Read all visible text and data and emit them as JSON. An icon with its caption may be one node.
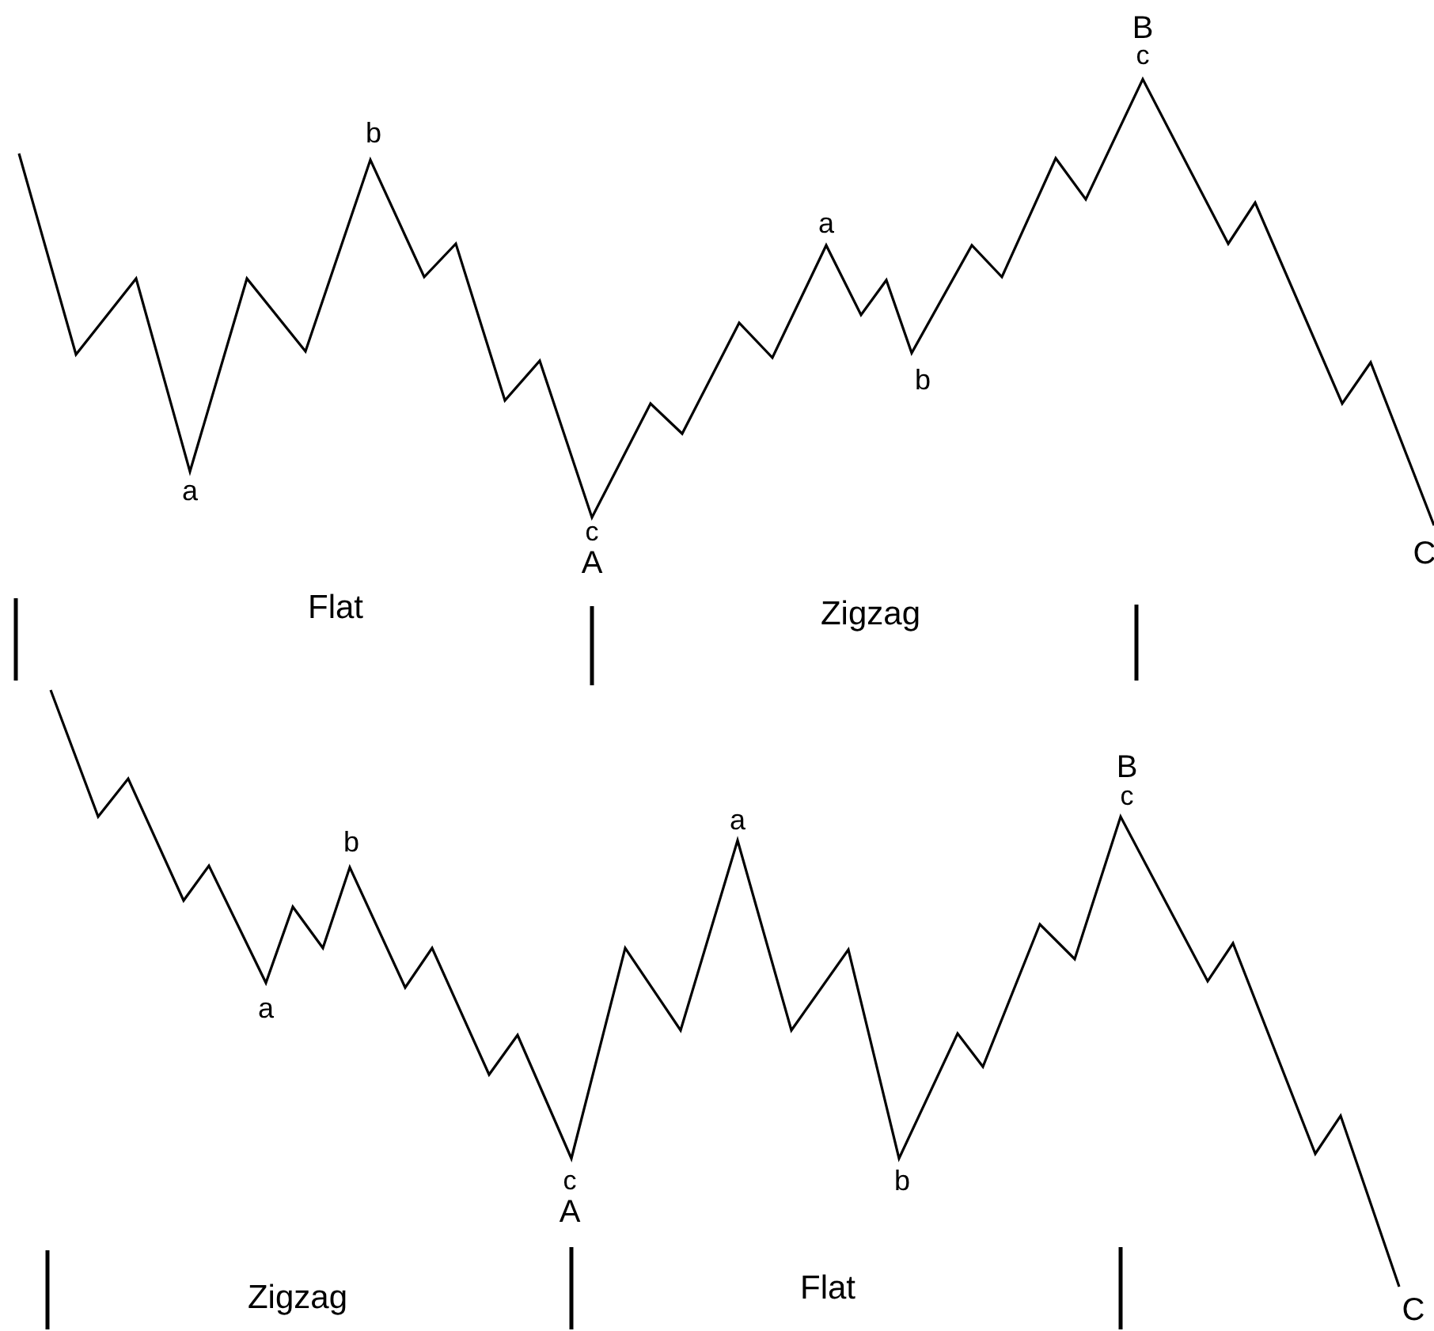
{
  "diagram": {
    "labels": [
      "B",
      "c",
      "b",
      "a",
      "b",
      "a",
      "c",
      "A",
      "C",
      "Flat",
      "Zigzag",
      "B",
      "c",
      "a",
      "b",
      "a",
      "c",
      "b",
      "A",
      "Zigzag",
      "Flat",
      "C"
    ]
  }
}
